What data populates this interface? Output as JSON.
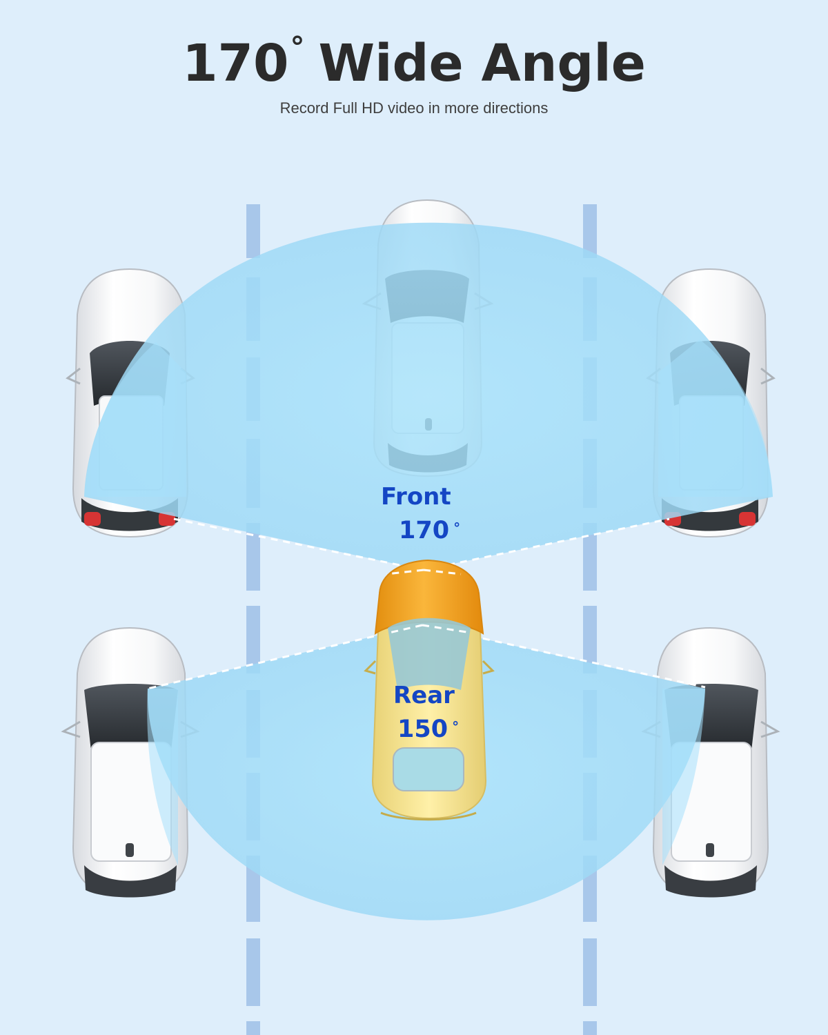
{
  "header": {
    "title": "170",
    "title_degree": "°",
    "title_rest": "Wide Angle",
    "subtitle": "Record Full HD video in more directions"
  },
  "labels": {
    "front_title": "Front",
    "front_angle": "170",
    "rear_title": "Rear",
    "rear_angle": "150",
    "degree": "°"
  },
  "colors": {
    "background": "#deeefb",
    "lane_mark": "#a8c7ea",
    "fov_fill": "#9fdcf8",
    "label_blue": "#1446c4",
    "title_text": "#2b2b2b",
    "car_white": "#f4f5f6",
    "car_orange": "#f4a521",
    "car_yellow": "#f7e28a"
  },
  "icons": {
    "parked_cars": "white-car-icon",
    "main_car": "orange-car-icon"
  }
}
